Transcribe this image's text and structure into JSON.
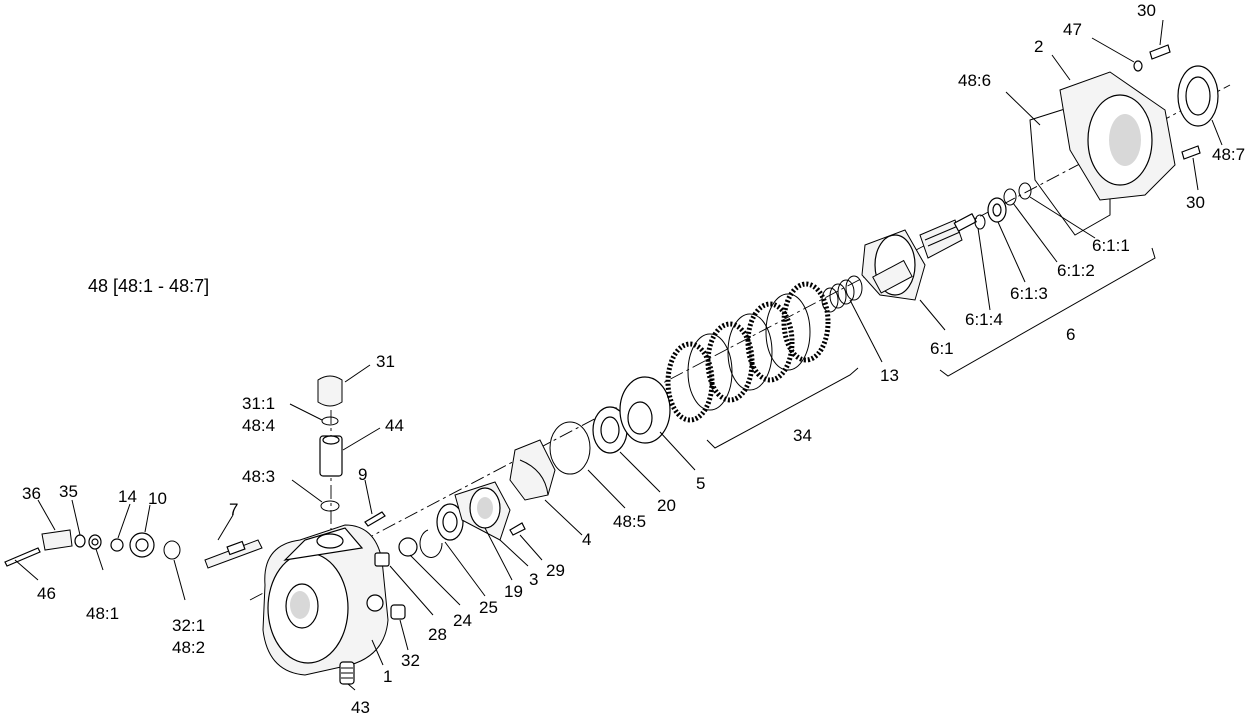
{
  "title": "48 [48:1 - 48:7]",
  "callouts": [
    {
      "id": "c-30a",
      "text": "30"
    },
    {
      "id": "c-47",
      "text": "47"
    },
    {
      "id": "c-2",
      "text": "2"
    },
    {
      "id": "c-48-6",
      "text": "48:6"
    },
    {
      "id": "c-48-7",
      "text": "48:7"
    },
    {
      "id": "c-30b",
      "text": "30"
    },
    {
      "id": "c-6-1-1",
      "text": "6:1:1"
    },
    {
      "id": "c-6-1-2",
      "text": "6:1:2"
    },
    {
      "id": "c-6-1-3",
      "text": "6:1:3"
    },
    {
      "id": "c-6-1-4",
      "text": "6:1:4"
    },
    {
      "id": "c-6",
      "text": "6"
    },
    {
      "id": "c-6-1",
      "text": "6:1"
    },
    {
      "id": "c-13",
      "text": "13"
    },
    {
      "id": "c-34",
      "text": "34"
    },
    {
      "id": "c-5",
      "text": "5"
    },
    {
      "id": "c-20",
      "text": "20"
    },
    {
      "id": "c-48-5",
      "text": "48:5"
    },
    {
      "id": "c-4",
      "text": "4"
    },
    {
      "id": "c-29",
      "text": "29"
    },
    {
      "id": "c-3",
      "text": "3"
    },
    {
      "id": "c-19",
      "text": "19"
    },
    {
      "id": "c-25",
      "text": "25"
    },
    {
      "id": "c-24",
      "text": "24"
    },
    {
      "id": "c-28",
      "text": "28"
    },
    {
      "id": "c-32",
      "text": "32"
    },
    {
      "id": "c-1",
      "text": "1"
    },
    {
      "id": "c-43",
      "text": "43"
    },
    {
      "id": "c-31",
      "text": "31"
    },
    {
      "id": "c-31-1",
      "text": "31:1"
    },
    {
      "id": "c-48-4",
      "text": "48:4"
    },
    {
      "id": "c-44",
      "text": "44"
    },
    {
      "id": "c-48-3",
      "text": "48:3"
    },
    {
      "id": "c-9",
      "text": "9"
    },
    {
      "id": "c-7",
      "text": "7"
    },
    {
      "id": "c-36",
      "text": "36"
    },
    {
      "id": "c-35",
      "text": "35"
    },
    {
      "id": "c-14",
      "text": "14"
    },
    {
      "id": "c-10",
      "text": "10"
    },
    {
      "id": "c-46",
      "text": "46"
    },
    {
      "id": "c-48-1",
      "text": "48:1"
    },
    {
      "id": "c-32-1",
      "text": "32:1"
    },
    {
      "id": "c-48-2",
      "text": "48:2"
    }
  ]
}
